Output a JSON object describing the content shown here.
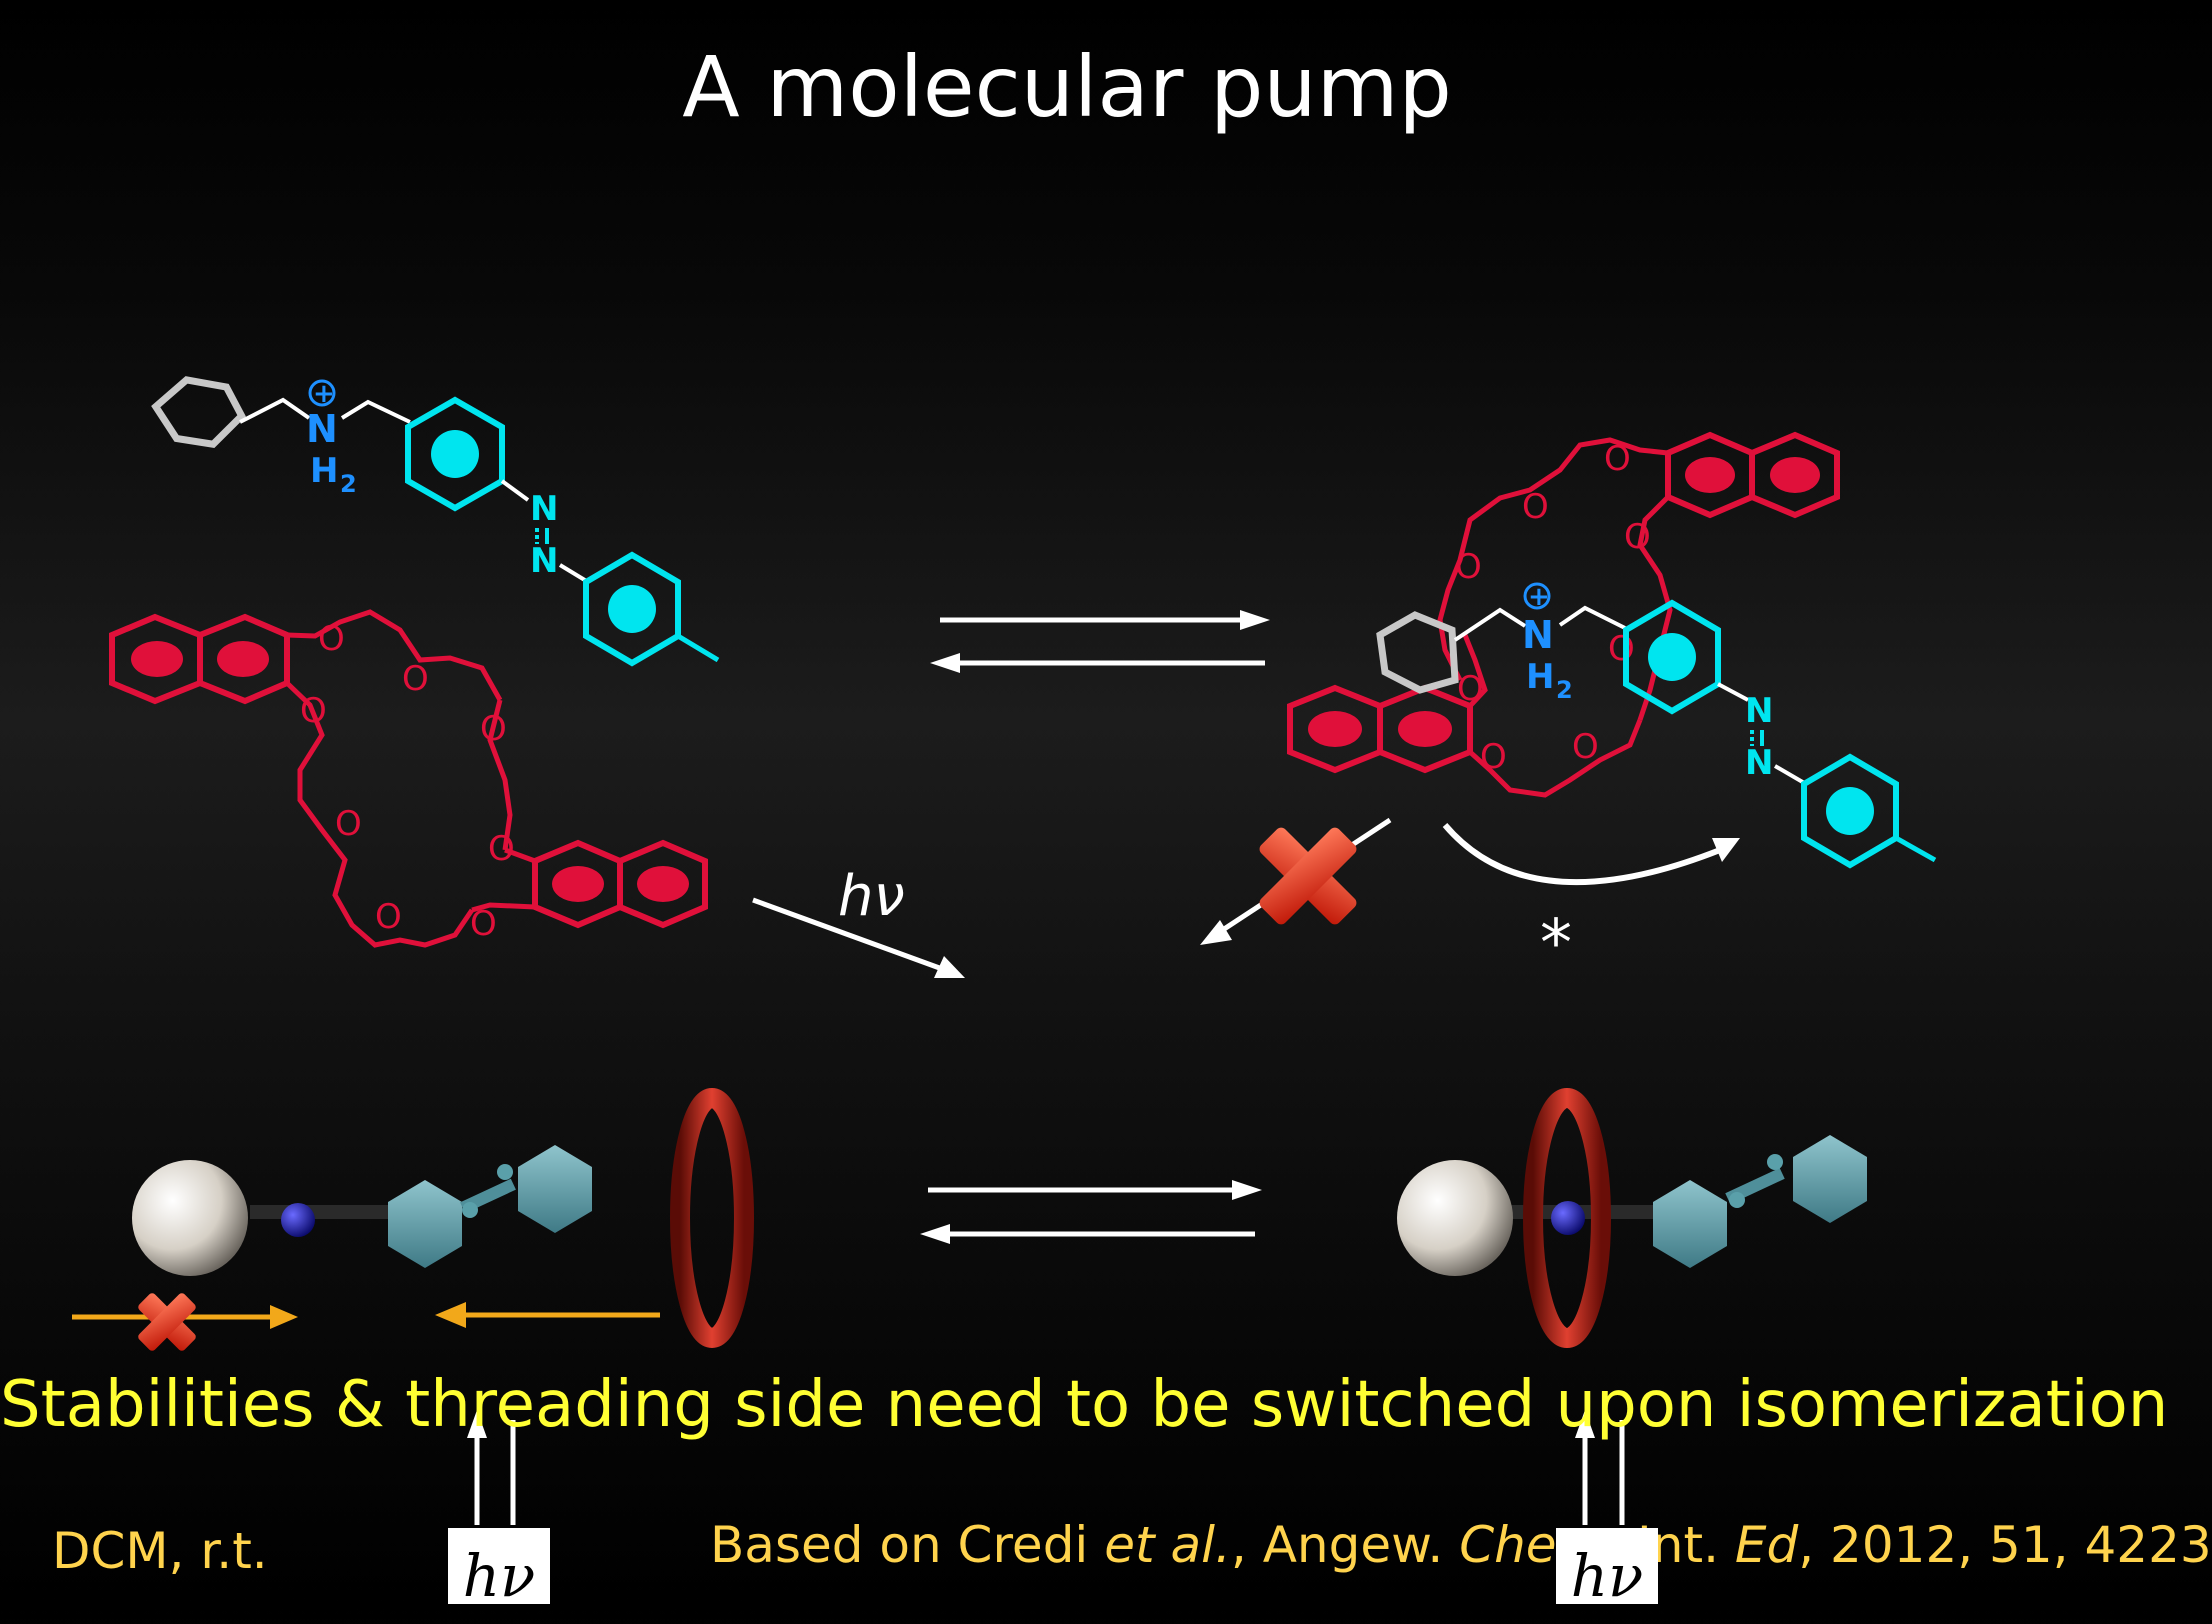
{
  "slide": {
    "title": "A molecular pump",
    "caption": "Stabilities & threading side need to be switched upon isomerization",
    "condition": "DCM, r.t.",
    "citation": {
      "prefix": "Based on Credi ",
      "etal": "et al.",
      "mid": ", Angew. ",
      "chem": "Chem.",
      "space": " Int. ",
      "ed": "Ed",
      "suffix": ", 2012, 51, 4223"
    }
  },
  "labels": {
    "hv_reaction": "hν",
    "asterisk": "*",
    "hv_box_left": "hν",
    "hv_box_right": "hν",
    "ammonium_N": "N",
    "ammonium_H2": "H",
    "ammonium_sub": "2",
    "plus_sign": "+",
    "azo_N": "N",
    "crown_O": "O"
  },
  "colors": {
    "background": "#000000",
    "title": "#ffffff",
    "caption": "#ffff33",
    "footer": "#ffd34d",
    "crown_ether": "#e0103a",
    "azo_ring": "#00e5ef",
    "ammonium": "#1e90ff",
    "cyclopentyl": "#c8c8c8",
    "ring_3d": "#b01e10",
    "orange_arrow": "#f2a81a",
    "x_mark": "#e8301a"
  },
  "icons": [
    "equilibrium-arrows",
    "reaction-arrow",
    "blocked-arrow-x",
    "curved-arrow",
    "torus-ring",
    "stopper-sphere"
  ]
}
